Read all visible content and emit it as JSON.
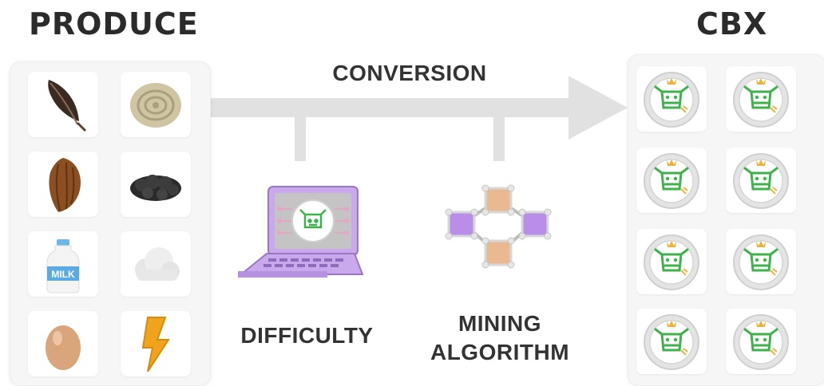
{
  "produce": {
    "title": "PRODUCE",
    "items": [
      {
        "name": "feather"
      },
      {
        "name": "wool"
      },
      {
        "name": "hair"
      },
      {
        "name": "manure"
      },
      {
        "name": "milk",
        "text": "MILK"
      },
      {
        "name": "cloud"
      },
      {
        "name": "egg"
      },
      {
        "name": "energy"
      }
    ]
  },
  "arrow": {
    "label": "CONVERSION",
    "color": "#e1e1e1"
  },
  "factors": [
    {
      "label": "DIFFICULTY",
      "icon": "laptop-icon"
    },
    {
      "label_line1": "MINING",
      "label_line2": "ALGORITHM",
      "icon": "blockchain-icon"
    }
  ],
  "cbx": {
    "title": "CBX",
    "coin_count": 8,
    "coin_icon": "cow-coin-icon"
  },
  "colors": {
    "text": "#333333",
    "cow_green": "#3db34a",
    "laptop_purple": "#c9a8ec",
    "block_orange": "#e9b991",
    "block_purple": "#b98ee8"
  }
}
